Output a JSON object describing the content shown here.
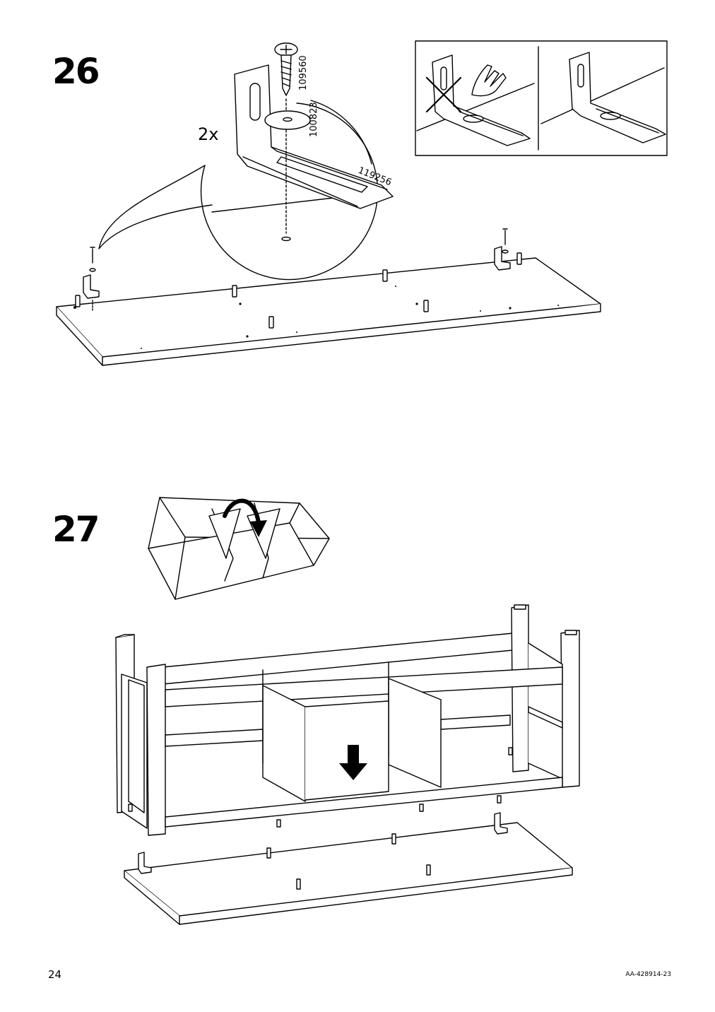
{
  "steps": [
    {
      "number": "26",
      "quantity": "2x",
      "part_numbers": [
        "109560",
        "100823",
        "119256"
      ]
    },
    {
      "number": "27"
    }
  ],
  "footer": {
    "page_number": "24",
    "doc_code": "AA-428914-23"
  },
  "icons": [
    "screw-icon",
    "washer-icon",
    "bracket-icon",
    "hand-icon",
    "cross-icon",
    "rotate-arrow-icon",
    "down-arrow-icon"
  ]
}
